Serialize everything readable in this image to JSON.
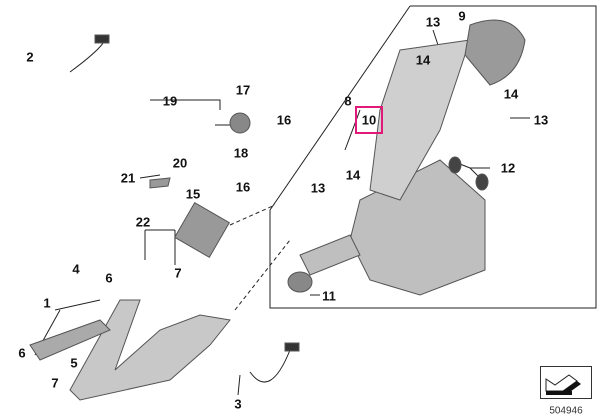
{
  "diagram": {
    "title": "Exhaust system parts diagram",
    "highlight_color": "#e3197a",
    "reference_number": "504946",
    "callouts": [
      "2",
      "19",
      "17",
      "16",
      "18",
      "20",
      "21",
      "15",
      "16",
      "22",
      "4",
      "6",
      "7",
      "1",
      "6",
      "5",
      "7",
      "3",
      "13",
      "9",
      "14",
      "8",
      "10",
      "14",
      "13",
      "12",
      "14",
      "13",
      "11"
    ],
    "highlighted_callout": "10"
  }
}
